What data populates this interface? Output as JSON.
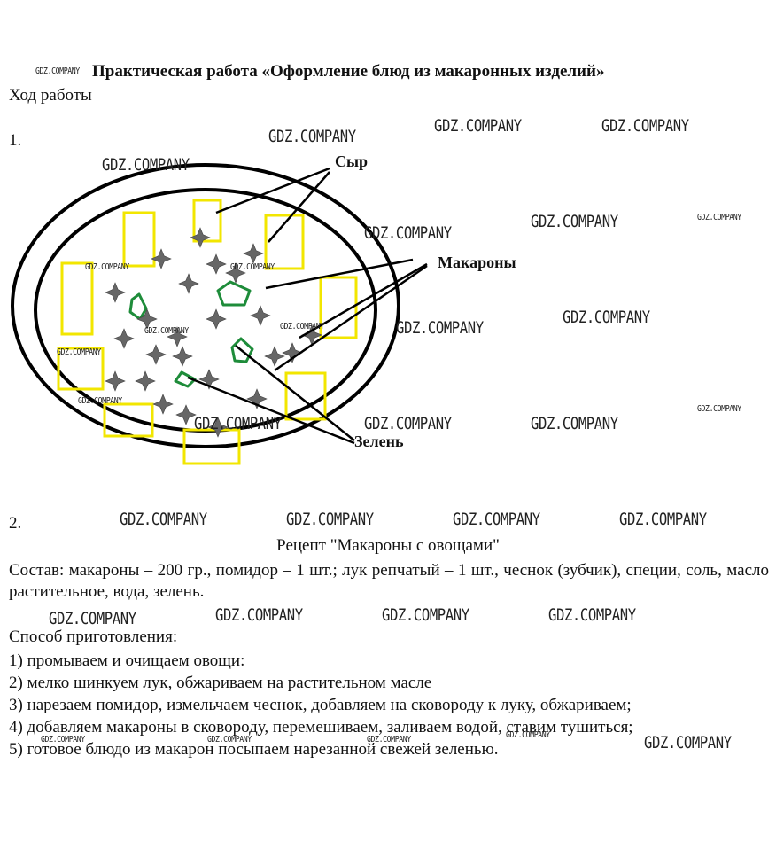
{
  "document": {
    "title": "Практическая работа «Оформление блюд из макаронных изделий»",
    "subheading": "Ход работы",
    "item1_number": "1.",
    "item2_number": "2."
  },
  "diagram": {
    "labels": {
      "cheese": "Сыр",
      "pasta": "Макароны",
      "greens": "Зелень"
    },
    "colors": {
      "cheese": "#f2e600",
      "greens": "#1e8c3a",
      "pasta": "#555555",
      "plate": "#000000"
    }
  },
  "recipe": {
    "title": "Рецепт \"Макароны с овощами\"",
    "composition": "Состав: макароны – 200 гр., помидор – 1 шт.; лук репчатый – 1 шт., чеснок (зубчик), специи, соль, масло растительное, вода, зелень.",
    "method_label": "Способ приготовления:",
    "steps": [
      "1) промываем и очищаем овощи:",
      "2) мелко шинкуем лук, обжариваем на растительном масле",
      "3) нарезаем помидор, измельчаем чеснок, добавляем на сковороду к луку, обжариваем;",
      "4) добавляем макароны в сковороду, перемешиваем, заливаем водой, ставим тушиться;",
      "5) готовое блюдо из макарон посыпаем нарезанной свежей зеленью."
    ]
  },
  "watermark": {
    "text": "GDZ.COMPANY"
  }
}
